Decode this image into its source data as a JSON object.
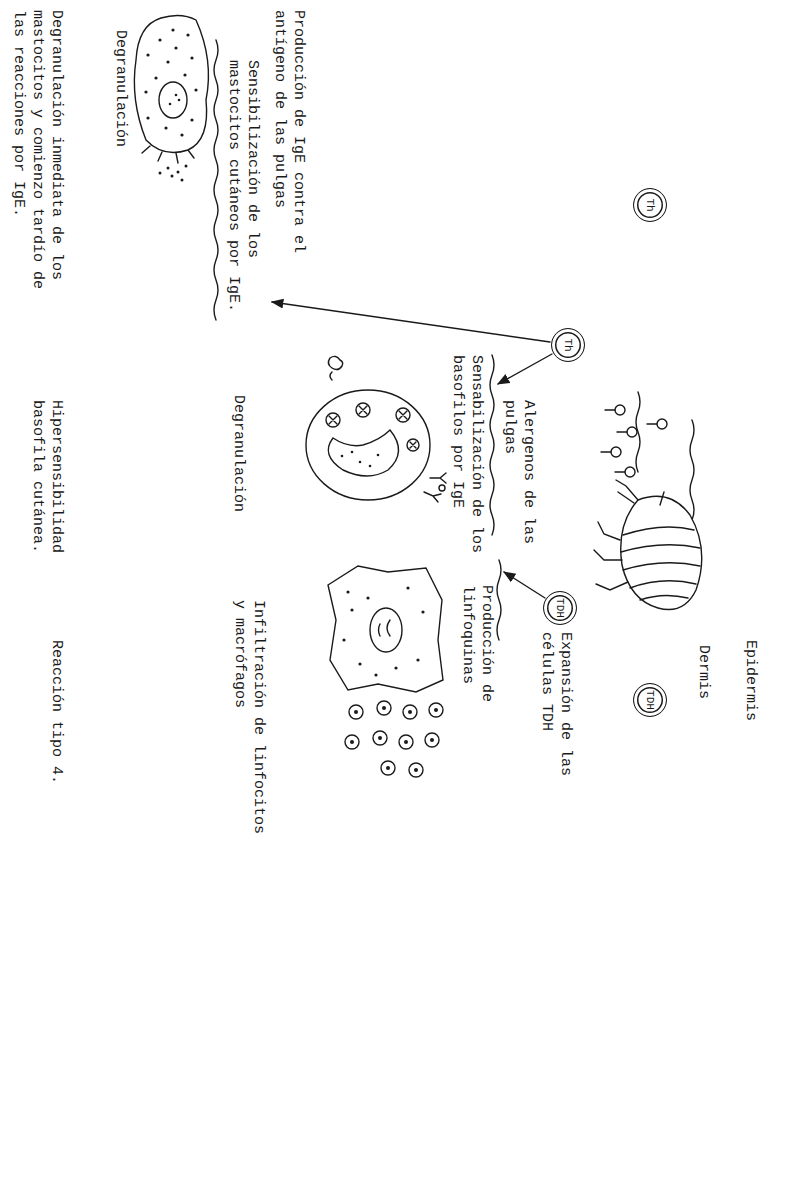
{
  "diagram": {
    "nodes": [
      {
        "text": [
          "Th"
        ]
      },
      {
        "text": [
          "TDH"
        ]
      },
      {
        "text": [
          "Th"
        ]
      },
      {
        "text": [
          "TDH"
        ]
      }
    ],
    "labels": [
      "Epidermis",
      "Dermis",
      "Alergenos de las pulgas",
      "Expansión de las células TDH",
      "Producción de IgE contra el antígeno de las pulgas",
      "Sensibilización de los mastocitos cutáneos por IgE.",
      "Sensabilización de los basofilos por IgE",
      "Producción de linfoquinas",
      "Infiltración de linfocitos y macrófagos",
      "Degranulación",
      "Degranulación",
      "Degranulación inmediata de los mastocitos y comienzo tardío de las reacciones por IgE.",
      "Hipersensibilidad basofila cutánea.",
      "Reacción tipo 4."
    ]
  }
}
